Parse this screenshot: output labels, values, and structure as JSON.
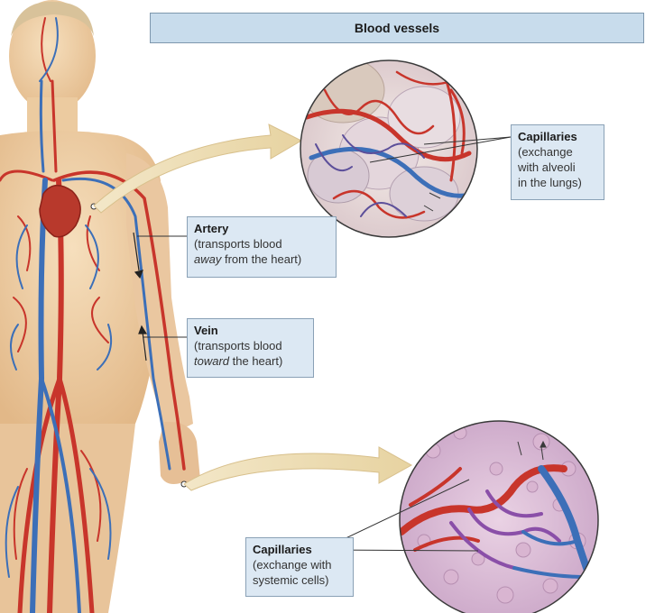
{
  "title": "Blood vessels",
  "labels": {
    "artery": {
      "head": "Artery",
      "line1": "(transports blood",
      "line2_em": "away",
      "line2_rest": " from the heart)"
    },
    "vein": {
      "head": "Vein",
      "line1": "(transports blood",
      "line2_em": "toward",
      "line2_rest": " the heart)"
    },
    "capillaries_lungs": {
      "head": "Capillaries",
      "line1": "(exchange",
      "line2": "with alveoli",
      "line3": "in the lungs)"
    },
    "capillaries_systemic": {
      "head": "Capillaries",
      "line1": "(exchange with",
      "line2": "systemic cells)"
    }
  },
  "colors": {
    "artery": "#c8352b",
    "vein": "#3c6fb8",
    "capillary_purple": "#8a4fa8",
    "skin": "#f0d3a8",
    "label_bg": "#dce8f3",
    "title_bg": "#c8dcec"
  }
}
